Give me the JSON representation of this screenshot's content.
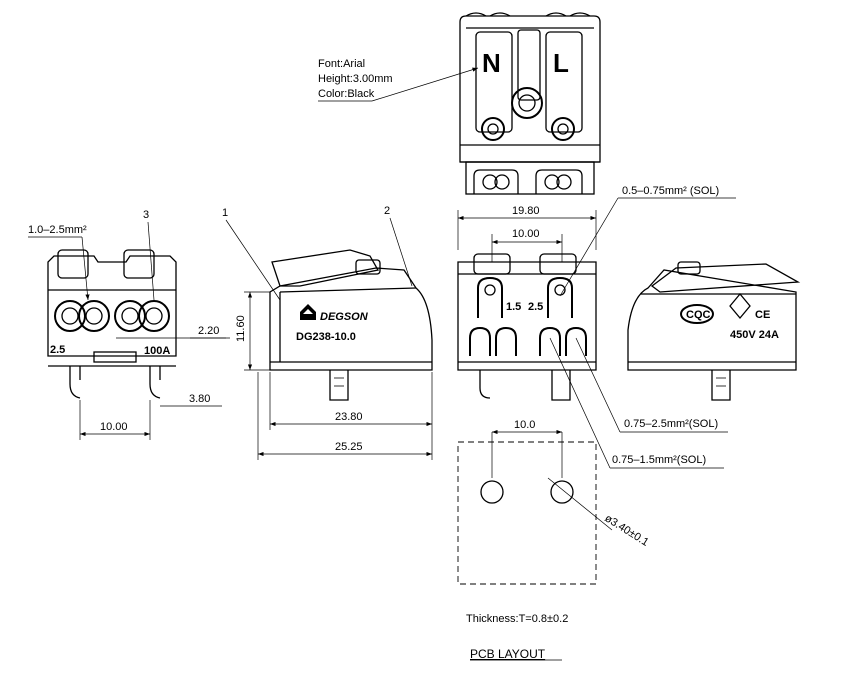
{
  "font_note": {
    "font": "Font:Arial",
    "height": "Height:3.00mm",
    "color": "Color:Black"
  },
  "top_view": {
    "letter_left": "N",
    "letter_right": "L"
  },
  "callouts": {
    "c1": "1",
    "c2": "2",
    "c3": "3"
  },
  "left_view": {
    "wire_range": "1.0–2.5mm²",
    "size_mark": "2.5",
    "current_mark": "100A",
    "dim_2_20": "2.20",
    "dim_3_80": "3.80",
    "dim_10_00": "10.00"
  },
  "front_view": {
    "brand": "DEGSON",
    "model": "DG238-10.0",
    "dim_height": "11.60",
    "dim_23_80": "23.80",
    "dim_25_25": "25.25"
  },
  "pin_view": {
    "dim_19_80": "19.80",
    "dim_10_00": "10.00",
    "mark_left": "1.5",
    "mark_right": "2.5",
    "sol_1": "0.5–0.75mm²  (SOL)",
    "sol_2": "0.75–2.5mm²(SOL)",
    "sol_3": "0.75–1.5mm²(SOL)"
  },
  "right_view": {
    "cert1": "CQC",
    "rating": "450V 24A",
    "ce": "CE"
  },
  "pcb": {
    "dim_pitch": "10.0",
    "hole": "ø3.40±0.1",
    "thickness": "Thickness:T=0.8±0.2",
    "title": "PCB  LAYOUT"
  }
}
